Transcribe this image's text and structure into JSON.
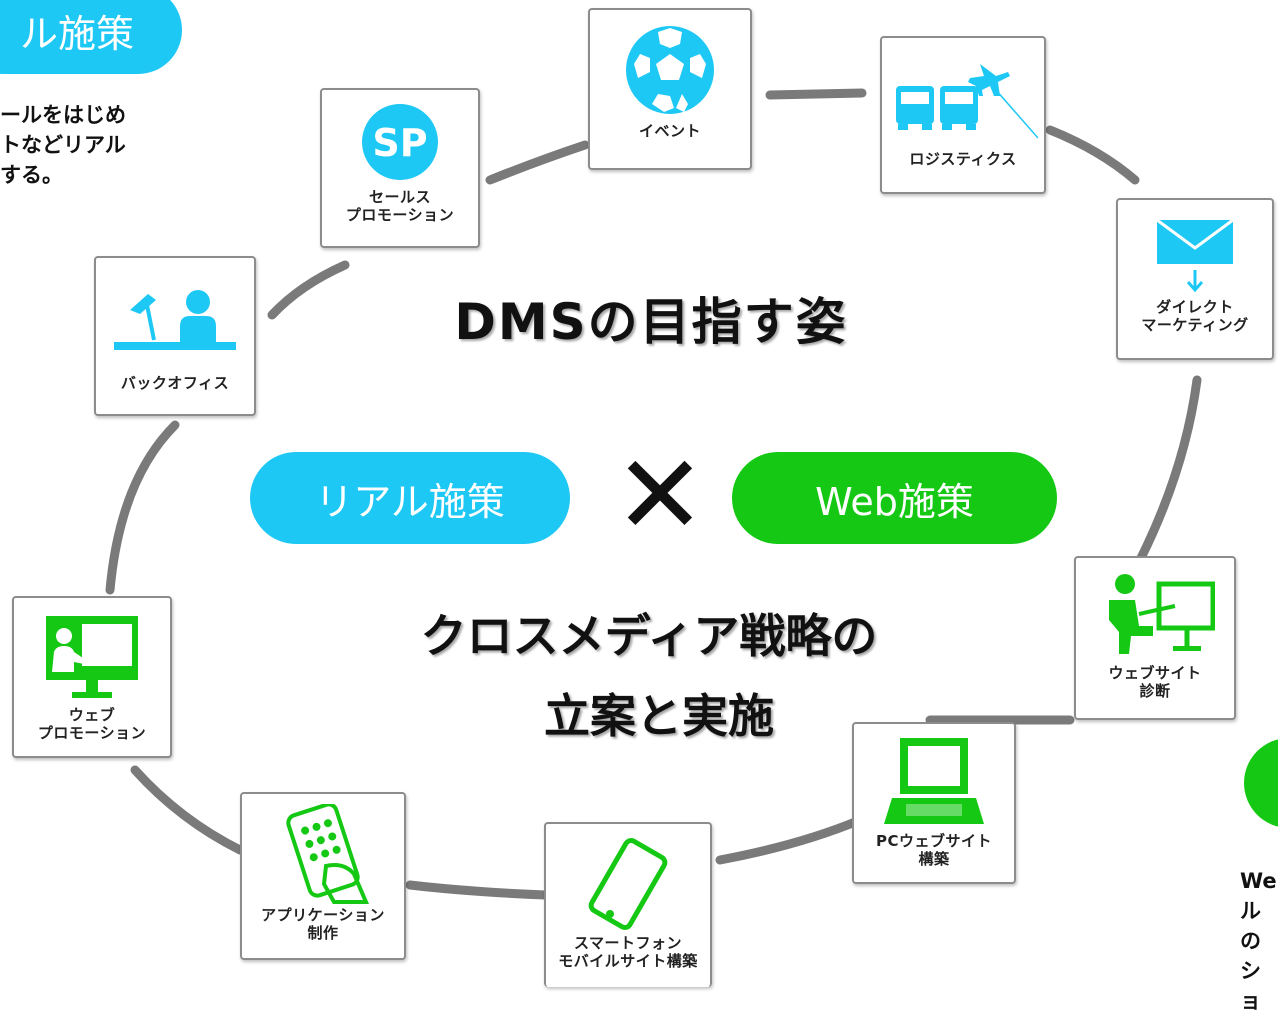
{
  "top_left_partial": {
    "pill_label": "ル施策",
    "text": "ールをはじめ\nトなどリアル\nする。"
  },
  "bottom_right_partial": {
    "text": "We\nルの\nショ"
  },
  "center": {
    "title": "DMSの目指す姿",
    "real_pill": "リアル施策",
    "cross": "✕",
    "web_pill": "Web施策",
    "strategy_line1": "クロスメディア戦略の",
    "strategy_line2": "立案と実施"
  },
  "cards": {
    "event": "イベント",
    "logistics": "ロジスティクス",
    "sales_promotion": "セールス\nプロモーション",
    "sp_badge": "SP",
    "direct_marketing": "ダイレクト\nマーケティング",
    "back_office": "バックオフィス",
    "website_diagnosis": "ウェブサイト\n診断",
    "web_promotion": "ウェブ\nプロモーション",
    "pc_website": "PCウェブサイト\n構築",
    "app_dev": "アプリケーション\n制作",
    "smartphone": "スマートフォン\nモバイルサイト構築"
  },
  "colors": {
    "blue": "#1ec8f5",
    "green": "#14c814",
    "ring": "#7a7a7a"
  }
}
